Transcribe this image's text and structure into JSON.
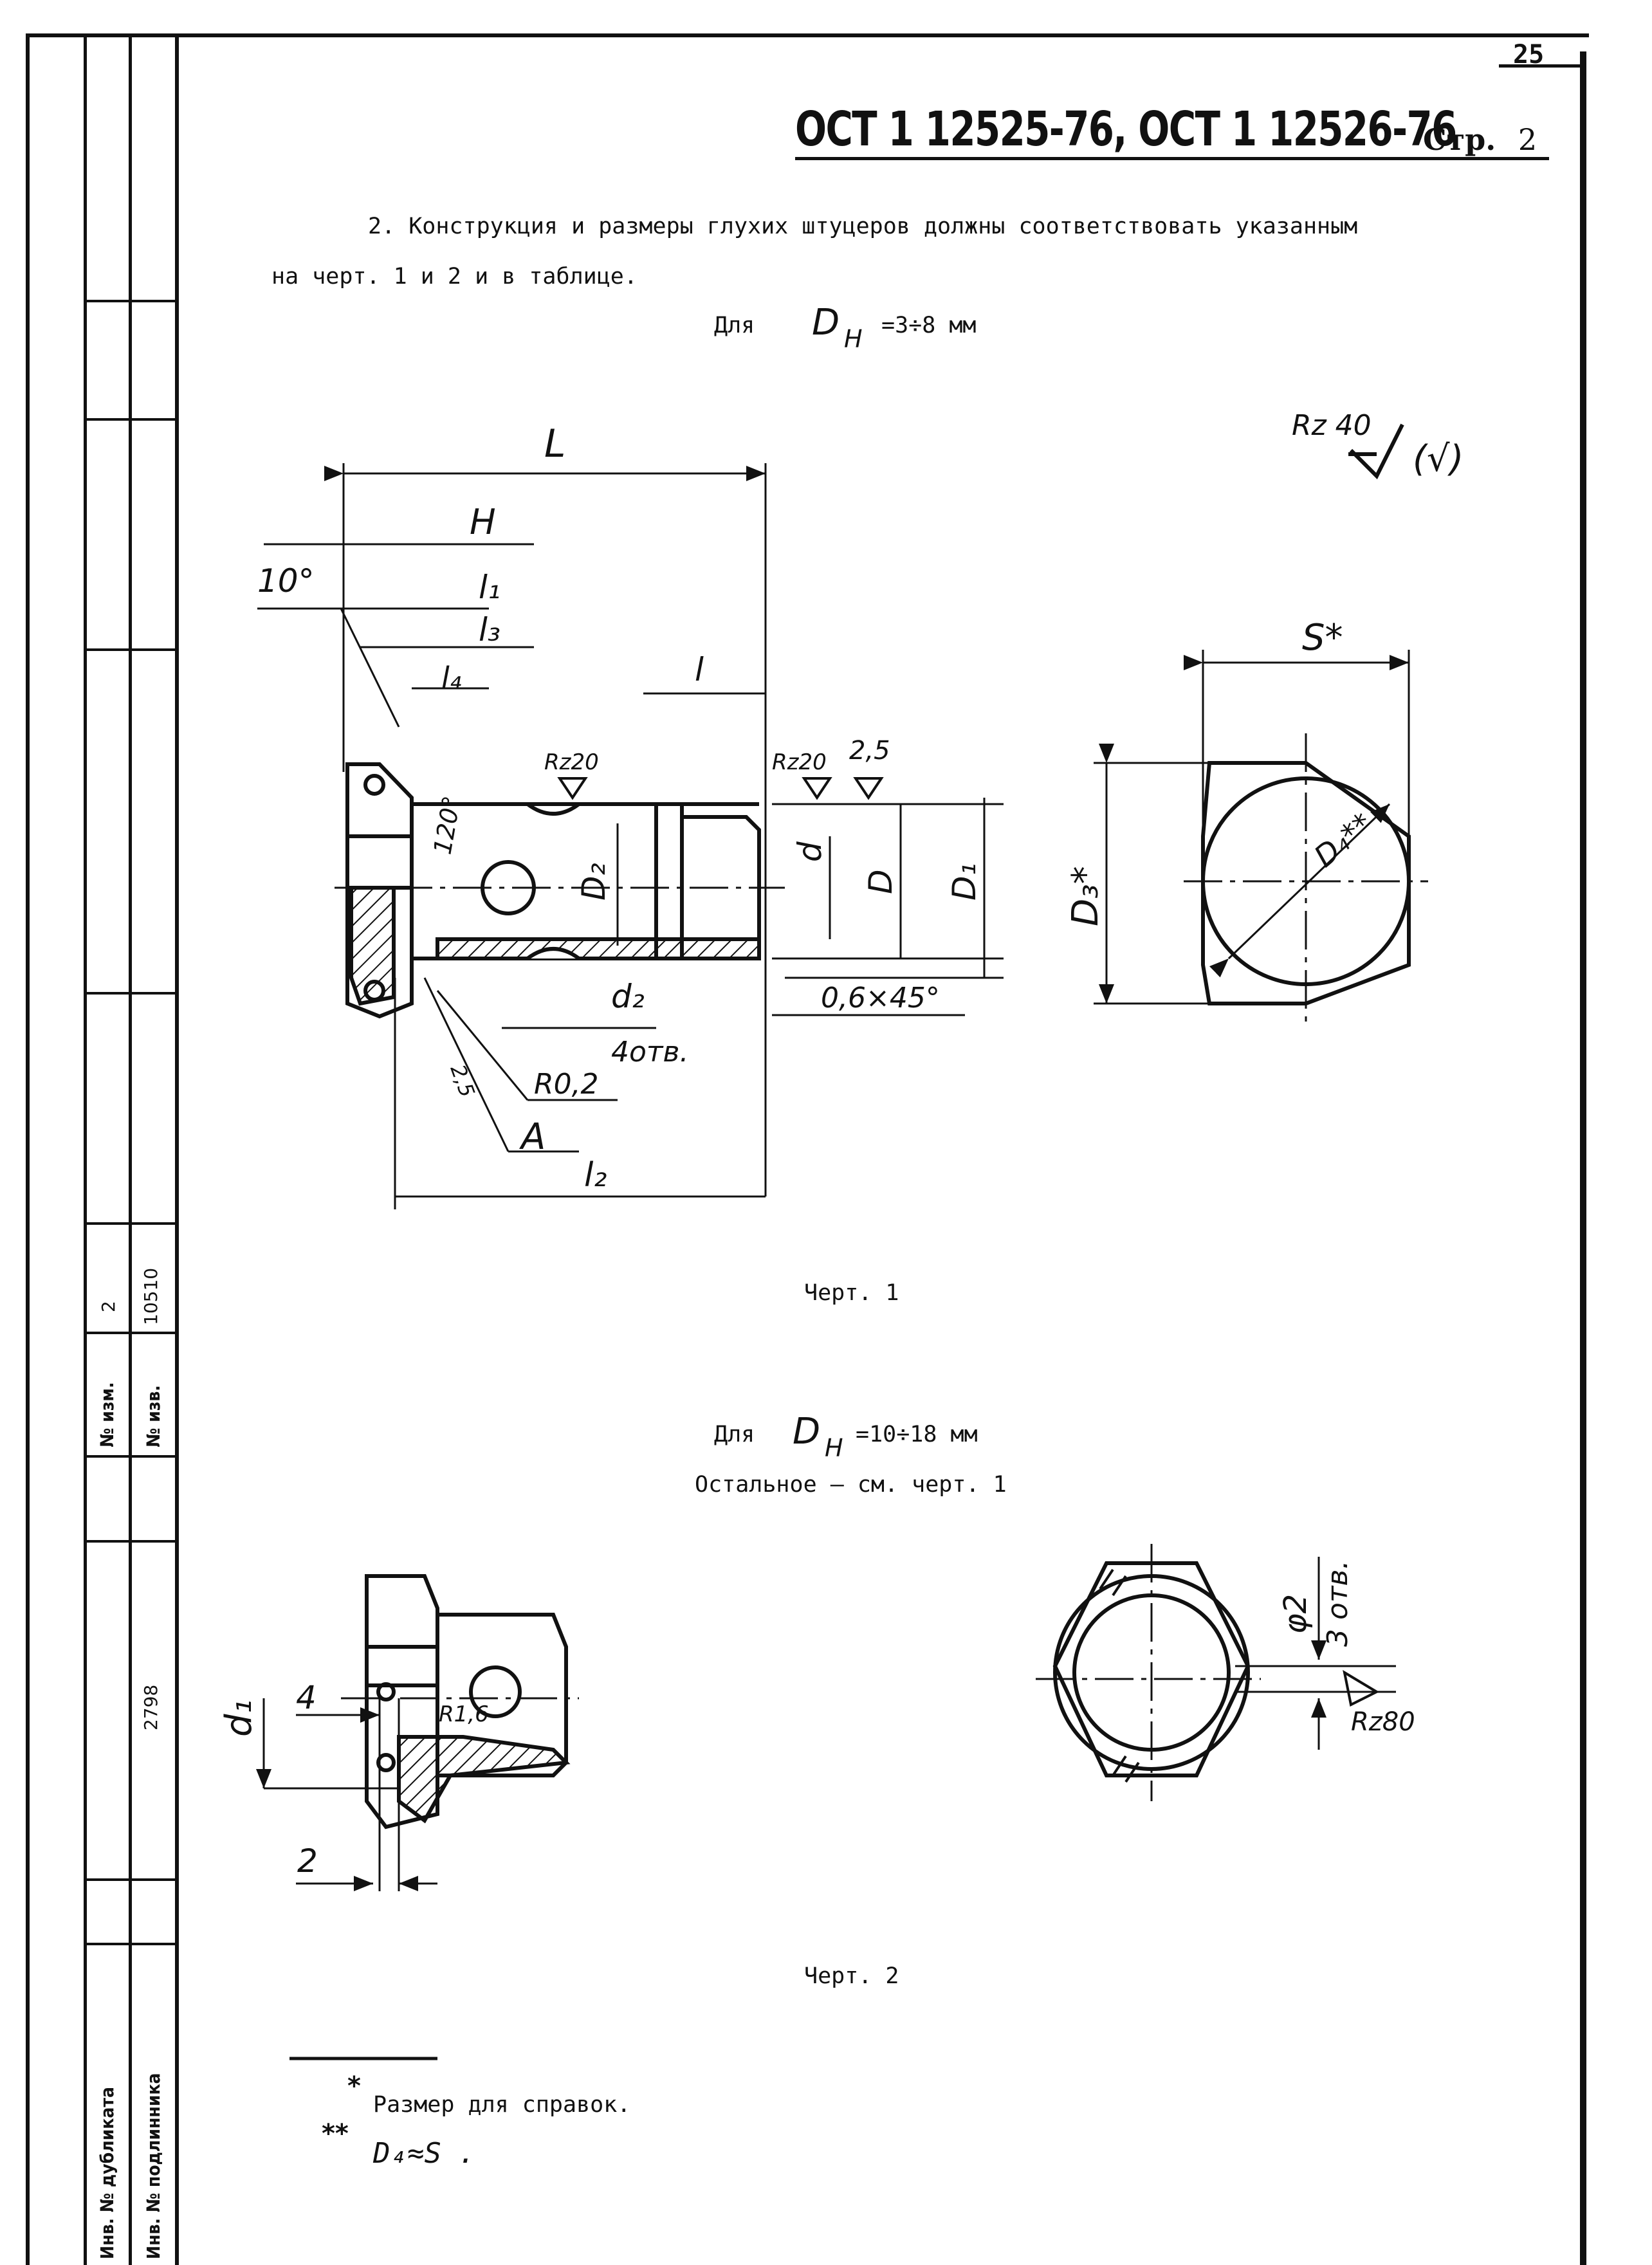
{
  "page_number": "25",
  "header": {
    "standard_codes": "ОСТ 1 12525-76, ОСТ 1 12526-76",
    "page_label": "Стр.",
    "page_value": "2"
  },
  "body": {
    "paragraph_line1": "2. Конструкция и размеры глухих штуцеров должны соответствовать указанным",
    "paragraph_line2": "на черт. 1 и 2 и в таблице.",
    "range_label_1": "Для",
    "range_value_1": "=3÷8 мм",
    "range_label_2": "Для",
    "range_value_2": "=10÷18 мм",
    "rest_note": "Остальное – см. черт. 1",
    "caption_1": "Черт. 1",
    "caption_2": "Черт. 2",
    "footnote_1": "Размер для справок.",
    "footnote_2": "D₄≈S ."
  },
  "drawing_1": {
    "dims": [
      "L",
      "H",
      "l₁",
      "l₃",
      "l₄",
      "l",
      "10°",
      "120°",
      "D₂",
      "d",
      "D",
      "D₁",
      "d₂",
      "4отв.",
      "0,6×45°",
      "2,5",
      "R0,2",
      "A",
      "l₂",
      "Rz20",
      "Rz20",
      "2,5",
      "Rz 40",
      "(√)",
      "S*",
      "D₃*",
      "D₄**"
    ]
  },
  "drawing_2": {
    "dims": [
      "d₁",
      "4",
      "R1,6",
      "2",
      "φ2",
      "3 отв.",
      "Rz80"
    ]
  },
  "side_stamp": {
    "izm_label": "№ изм.",
    "izm_value": "2",
    "izv_label": "№ изв.",
    "izv_value": "10510",
    "dup_label": "Инв. № дубликата",
    "orig_label": "Инв. № подлинника",
    "orig_value": "2798"
  }
}
